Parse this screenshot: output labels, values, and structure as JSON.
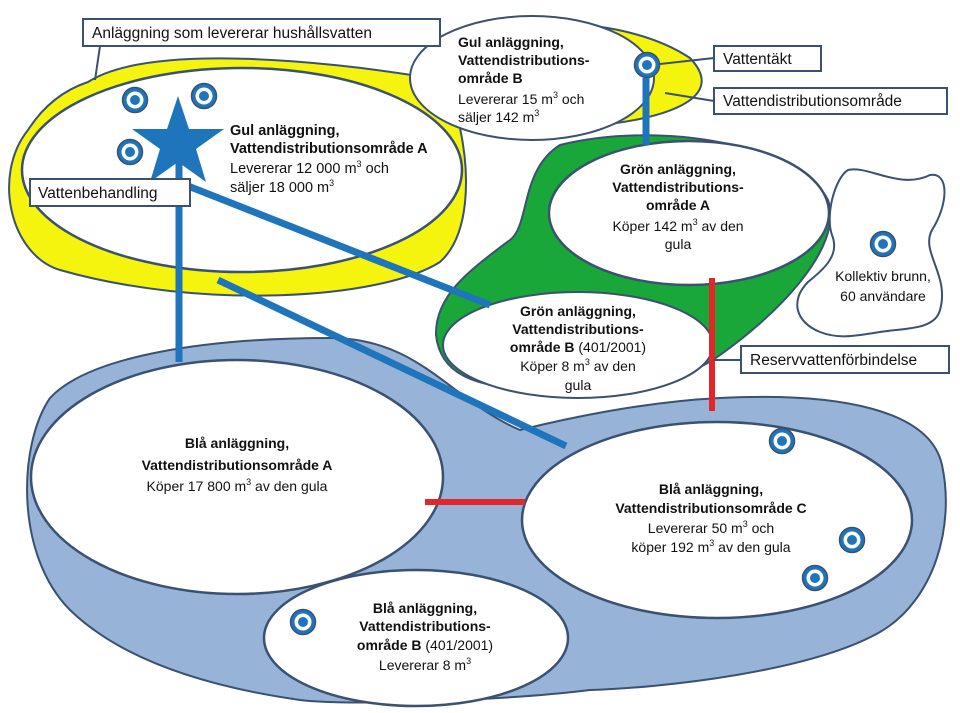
{
  "legend": {
    "supplier_facility": "Anläggning som levererar hushållsvatten",
    "water_intake": "Vattentäkt",
    "distribution_area": "Vattendistributionsområde",
    "water_treatment": "Vattenbehandling",
    "backup_connection": "Reservvattenförbindelse"
  },
  "areas": {
    "yellow_a": {
      "line1": "Gul anläggning,",
      "line2": "Vattendistributionsområde A",
      "line3": "Levererar 12 000 m",
      "line3_sup": "3",
      "line3_tail": " och",
      "line4": "säljer 18 000 m",
      "line4_sup": "3"
    },
    "yellow_b": {
      "line1": "Gul anläggning,",
      "line2": "Vattendistributions-",
      "line3": "område B",
      "line4": "Levererar 15 m",
      "line4_sup": "3",
      "line4_tail": " och",
      "line5": "säljer 142 m",
      "line5_sup": "3"
    },
    "green_a": {
      "line1": "Grön anläggning,",
      "line2": "Vattendistributions-",
      "line3": "område A",
      "line4": "Köper 142 m",
      "line4_sup": "3",
      "line4_tail": " av den",
      "line5": "gula"
    },
    "green_b": {
      "line1": "Grön anläggning,",
      "line2": "Vattendistributions-",
      "line3": "område B",
      "line3_tail": " (401/2001)",
      "line4": "Köper 8 m",
      "line4_sup": "3",
      "line4_tail": " av den",
      "line5": "gula"
    },
    "blue_a": {
      "line1": "Blå anläggning,",
      "line2": "Vattendistributionsområde A",
      "line3": "Köper 17 800 m",
      "line3_sup": "3",
      "line3_tail": " av den gula"
    },
    "blue_c": {
      "line1": "Blå anläggning,",
      "line2": "Vattendistributionsområde C",
      "line3": "Levererar 50 m",
      "line3_sup": "3",
      "line3_tail": " och",
      "line4": "köper 192 m",
      "line4_sup": "3",
      "line4_tail": " av den gula"
    },
    "blue_b": {
      "line1": "Blå anläggning,",
      "line2": "Vattendistributions-",
      "line3": "område B",
      "line3_tail": " (401/2001)",
      "line4": "Levererar 8 m",
      "line4_sup": "3"
    },
    "collective_well": {
      "line1": "Kollektiv brunn,",
      "line2": "60 användare"
    }
  },
  "colors": {
    "yellow": "#f4f40e",
    "green": "#1aa73a",
    "blue_area": "#98b3d8",
    "outline": "#3a5170",
    "pipe": "#1f75bc",
    "backup_line": "#e3262a",
    "star": "#1f75bc"
  },
  "icons": [
    "water-intake-icon",
    "water-treatment-star-icon"
  ]
}
